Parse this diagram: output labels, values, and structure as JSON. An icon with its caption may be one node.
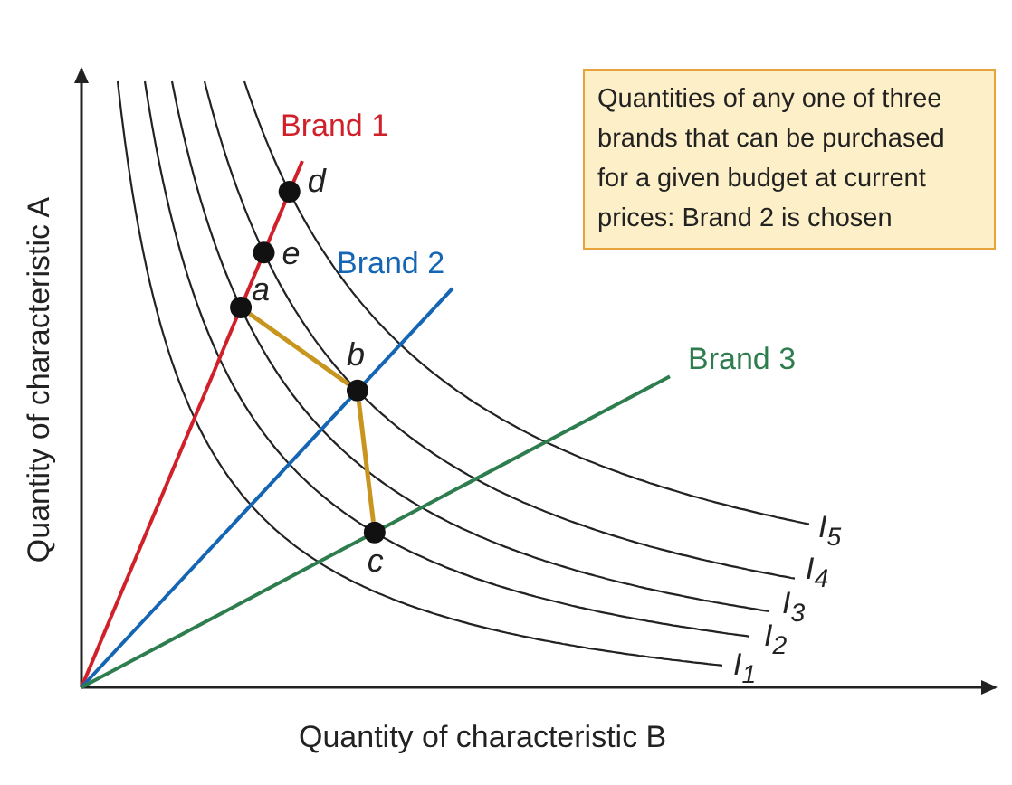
{
  "diagram": {
    "nodes": [
      {
        "text": [
          "Quantities of any one of three brands that can be purchased for a given budget at current prices: Brand 2 is chosen"
        ]
      },
      {
        "text": [],
        "shape": "circle",
        "beside": [
          "d"
        ]
      },
      {
        "text": [],
        "shape": "circle",
        "beside": [
          "e"
        ]
      },
      {
        "text": [],
        "shape": "circle",
        "beside": [
          "a"
        ]
      },
      {
        "text": [],
        "shape": "circle",
        "beside": [
          "b"
        ]
      },
      {
        "text": [],
        "shape": "circle",
        "beside": [
          "c"
        ]
      }
    ],
    "edges": [
      {
        "from": 3,
        "to": 4,
        "arrow": "none"
      },
      {
        "from": 4,
        "to": 5,
        "arrow": "none"
      }
    ],
    "labels": [
      "Brand 1",
      "Brand 2",
      "Brand 3",
      "I$_{5}$",
      "I$_{4}$",
      "I$_{3}$",
      "I$_{2}$",
      "I$_{1}$",
      "Quantity of characteristic A",
      "Quantity of characteristic B"
    ]
  }
}
